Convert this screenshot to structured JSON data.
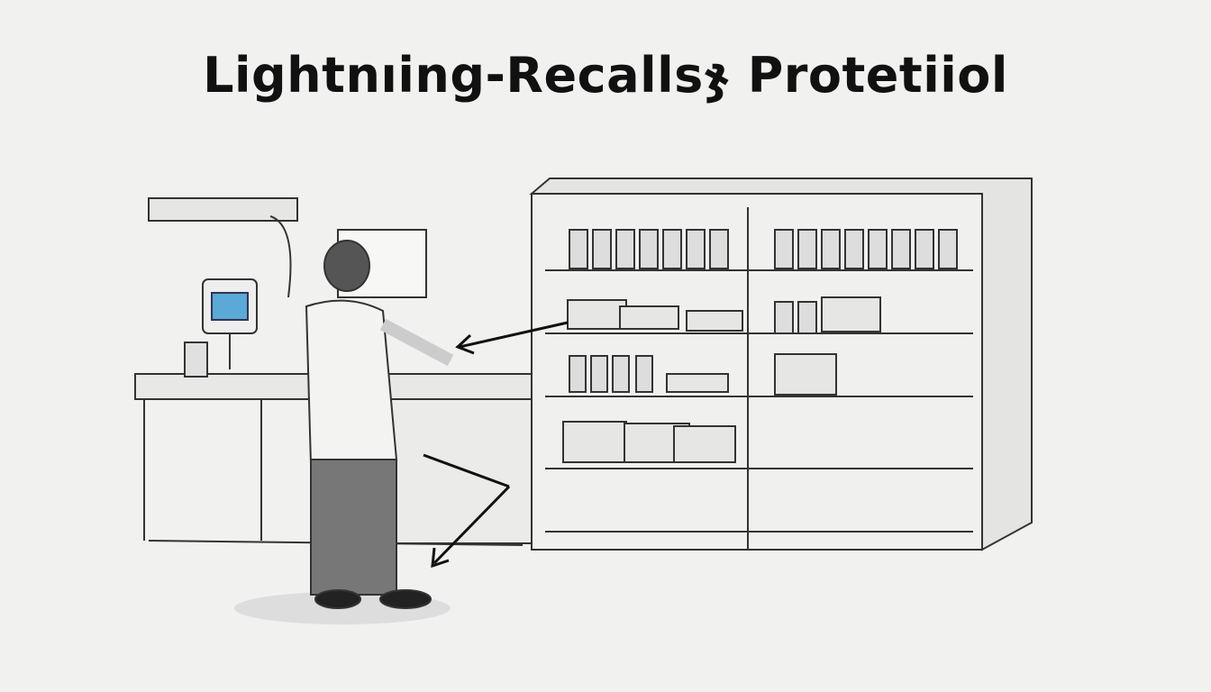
{
  "title": "Lightnıing-Recallsჯ Protetiiol",
  "scene": {
    "style": "pencil sketch",
    "elements": [
      "lab bench",
      "analyzer machine",
      "wall notice",
      "person in lab coat",
      "pharmacy shelving unit with bottles and boxes",
      "arrows"
    ]
  },
  "colors": {
    "background": "#f1f1ef",
    "ink": "#222222",
    "accent": "#5aa9d6"
  }
}
